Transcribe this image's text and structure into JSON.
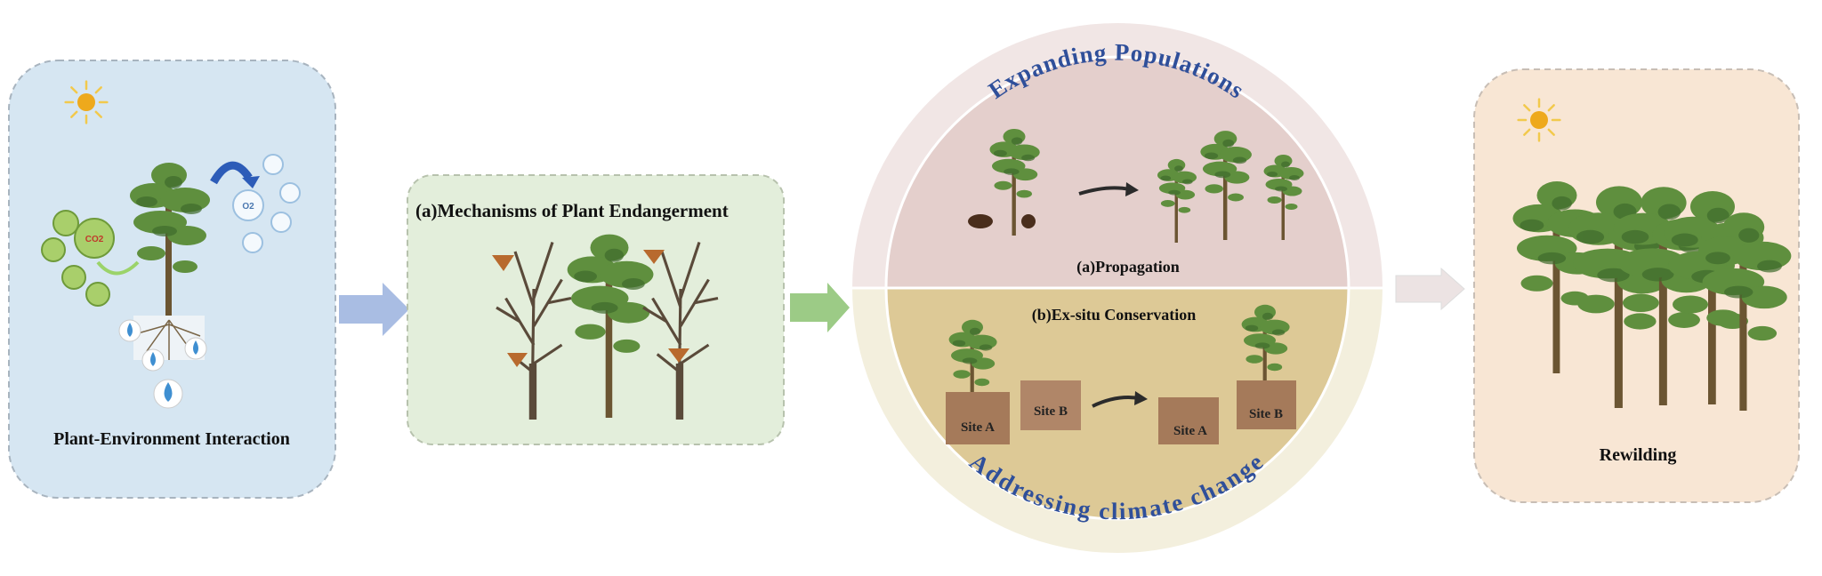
{
  "panels": {
    "interaction": {
      "title": "Plant-Environment Interaction",
      "co2_label": "CO2",
      "o2_label": "O2"
    },
    "endangerment": {
      "title": "(a)Mechanisms of Plant Endangerment"
    },
    "circle": {
      "top_ring_label": "Expanding Populations",
      "bottom_ring_label": "Addressing climate change",
      "propagation_title": "(a)Propagation",
      "exsitu_title": "(b)Ex-situ Conservation",
      "site_a": "Site A",
      "site_b": "Site B"
    },
    "rewilding": {
      "title": "Rewilding"
    }
  },
  "colors": {
    "blue_panel": "#d6e6f2",
    "green_panel": "#e3eedb",
    "peach_panel": "#f8e6d4",
    "ring_top": "#f1e6e5",
    "ring_bottom": "#f3efdd",
    "inner_top": "#e4cfcc",
    "inner_bottom": "#ddc996",
    "arrow_blue": "#a9bde3",
    "arrow_green": "#9ccb86",
    "arrow_gray": "#ece3e3",
    "ring_text": "#2f4f9a"
  }
}
